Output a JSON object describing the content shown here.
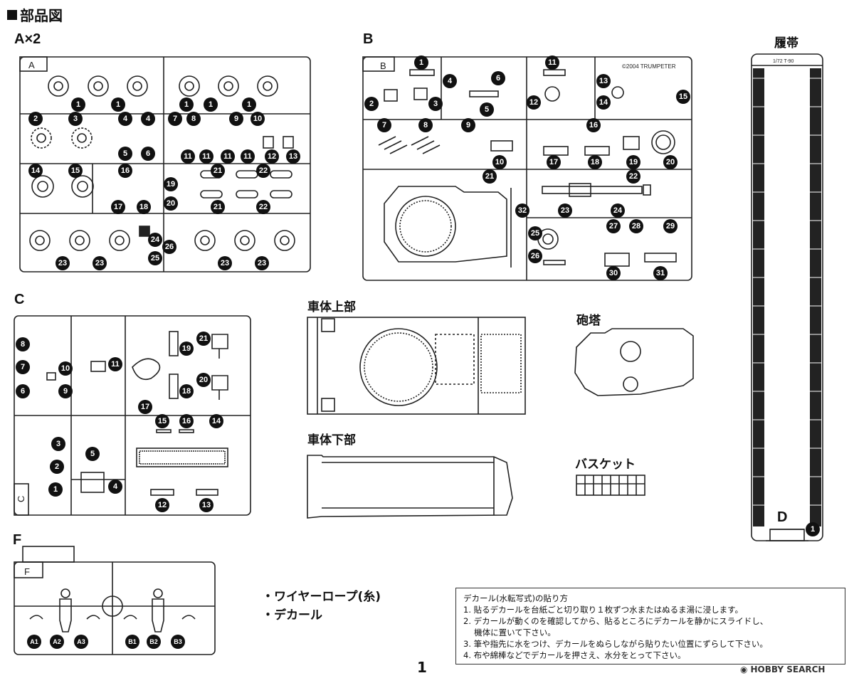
{
  "title": "部品図",
  "sections": {
    "a": "A×2",
    "b": "B",
    "c": "C",
    "f": "F",
    "d": "D",
    "tracks": "履帯"
  },
  "sprue_labels": {
    "a": "A",
    "b": "B",
    "c": "C",
    "f": "F"
  },
  "b_copyright": "©2004 TRUMPETER",
  "track_scale": "1/72  T-90",
  "assembly": {
    "upper_hull": "車体上部",
    "turret": "砲塔",
    "lower_hull": "車体下部",
    "basket": "バスケット"
  },
  "extras": [
    "・ワイヤーロープ(糸)",
    "・デカール"
  ],
  "decal": {
    "heading": "デカール(水転写式)の貼り方",
    "steps": [
      "1. 貼るデカールを台紙ごと切り取り１枚ずつ水またはぬるま湯に浸します。",
      "2. デカールが動くのを確認してから、貼るところにデカールを静かにスライドし、",
      "　 機体に置いて下さい。",
      "3. 筆や指先に水をつけ、デカールをぬらしながら貼りたい位置にずらして下さい。",
      "4. 布や綿棒などでデカールを押さえ、水分をとって下さい。"
    ]
  },
  "page_number": "1",
  "footer": "HOBBY SEARCH",
  "parts": {
    "a": [
      "1",
      "1",
      "1",
      "1",
      "1",
      "1",
      "2",
      "3",
      "4",
      "4",
      "5",
      "6",
      "7",
      "8",
      "9",
      "10",
      "11",
      "11",
      "11",
      "11",
      "12",
      "13",
      "14",
      "15",
      "16",
      "17",
      "18",
      "19",
      "20",
      "21",
      "21",
      "22",
      "22",
      "23",
      "23",
      "23",
      "23",
      "24",
      "25",
      "26"
    ],
    "b": [
      "1",
      "2",
      "3",
      "4",
      "5",
      "6",
      "7",
      "8",
      "9",
      "10",
      "11",
      "12",
      "13",
      "14",
      "15",
      "16",
      "17",
      "18",
      "19",
      "20",
      "21",
      "22",
      "23",
      "24",
      "25",
      "26",
      "27",
      "28",
      "29",
      "30",
      "31",
      "32"
    ],
    "c": [
      "1",
      "2",
      "3",
      "4",
      "5",
      "6",
      "7",
      "8",
      "9",
      "10",
      "11",
      "12",
      "13",
      "14",
      "15",
      "16",
      "17",
      "18",
      "19",
      "20",
      "21"
    ],
    "d": [
      "1"
    ],
    "f": [
      "A1",
      "A2",
      "A3",
      "B1",
      "B2",
      "B3"
    ]
  }
}
